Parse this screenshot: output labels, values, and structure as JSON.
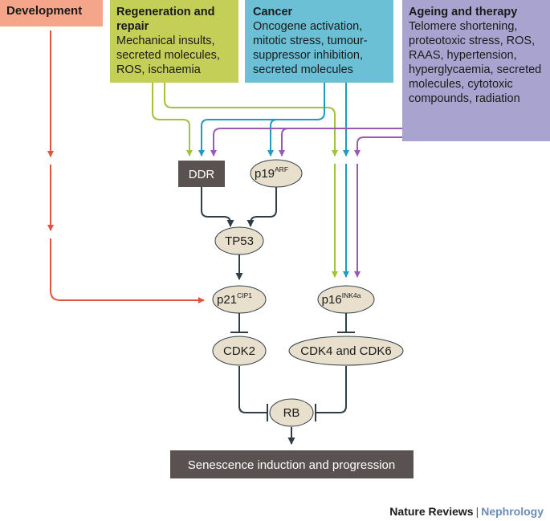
{
  "boxes": {
    "development": {
      "title": "Development",
      "color": "#f4a58a"
    },
    "regeneration": {
      "title": "Regeneration and repair",
      "body": "Mechanical insults, secreted molecules, ROS, ischaemia",
      "color": "#c3cf57"
    },
    "cancer": {
      "title": "Cancer",
      "body": "Oncogene activation, mitotic stress, tumour-suppressor inhibition, secreted molecules",
      "color": "#6cc0d6"
    },
    "ageing": {
      "title": "Ageing and therapy",
      "body": "Telomere shortening, proteotoxic stress, ROS, RAAS, hypertension, hyperglycaemia, secreted molecules, cytotoxic compounds, radiation",
      "color": "#a8a4cf"
    }
  },
  "nodes": {
    "ddr": "DDR",
    "p19": {
      "base": "p19",
      "sup": "ARF"
    },
    "tp53": "TP53",
    "p21": {
      "base": "p21",
      "sup": "CIP1"
    },
    "p16": {
      "base": "p16",
      "sup": "INK4a"
    },
    "cdk2": "CDK2",
    "cdk46": "CDK4 and CDK6",
    "rb": "RB",
    "senescence": "Senescence induction and progression"
  },
  "footer": {
    "journal": "Nature Reviews",
    "separator": "|",
    "section": "Nephrology"
  },
  "colors": {
    "red": "#e0553d",
    "green": "#a3c23b",
    "blue": "#1f9bbf",
    "purple": "#9b59b6",
    "dark": "#2f3e46",
    "node_fill": "#e8e0cc",
    "dark_box": "#5a5250"
  }
}
